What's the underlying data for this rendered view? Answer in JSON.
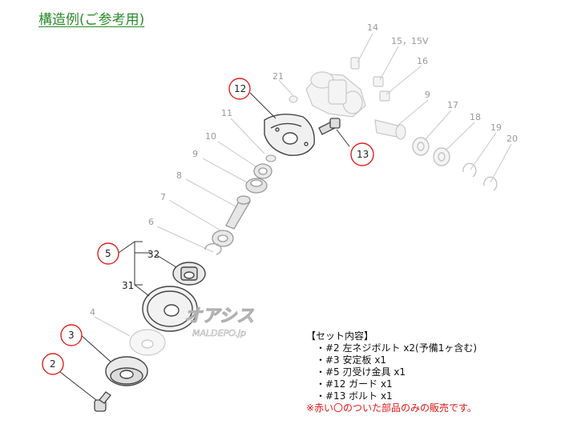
{
  "title": "構造例(ご参考用)",
  "part_labels": {
    "p14": "14",
    "p15": "15，15V",
    "p16": "16",
    "p21": "21",
    "p9a": "9",
    "p17": "17",
    "p18": "18",
    "p19": "19",
    "p20": "20",
    "p12": "12",
    "p11": "11",
    "p13": "13",
    "p10": "10",
    "p9": "9",
    "p8": "8",
    "p7": "7",
    "p6": "6",
    "p5": "5",
    "p32": "32",
    "p31": "31",
    "p4": "4",
    "p3": "3",
    "p2": "2"
  },
  "highlighted_parts": [
    "2",
    "3",
    "5",
    "12",
    "13"
  ],
  "highlight_color": "#e02020",
  "watermark": {
    "katakana": "オアシス",
    "text": "MALDEPO.jp"
  },
  "set_contents": {
    "heading": "【セット内容】",
    "items": [
      "・#2 左ネジボルト x2(予備1ヶ含む)",
      "・#3 安定板  x1",
      "・#5 刃受け金具  x1",
      "・#12 ガード x1",
      "・#13 ボルト x1"
    ],
    "note": "※赤い〇のついた部品のみの販売です。"
  }
}
